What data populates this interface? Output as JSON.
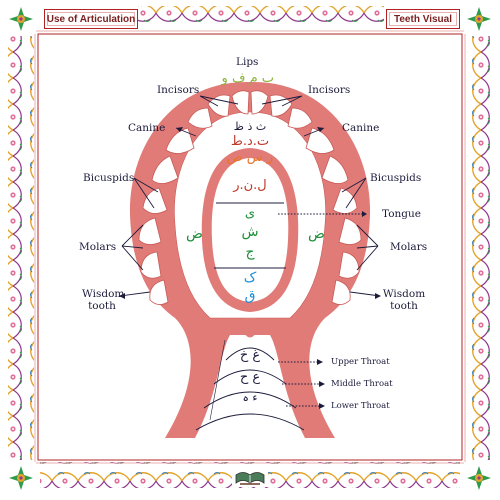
{
  "header": {
    "left_title": "Use of Articulation",
    "right_title": "Teeth Visual"
  },
  "labels": {
    "lips": "Lips",
    "incisors_left": "Incisors",
    "incisors_right": "Incisors",
    "canine_left": "Canine",
    "canine_right": "Canine",
    "bicuspids_left": "Bicuspids",
    "bicuspids_right": "Bicuspids",
    "tongue": "Tongue",
    "molars_left": "Molars",
    "molars_right": "Molars",
    "wisdom_left_line1": "Wisdom",
    "wisdom_left_line2": "tooth",
    "wisdom_right_line1": "Wisdom",
    "wisdom_right_line2": "tooth",
    "upper_throat": "Upper Throat",
    "middle_throat": "Middle Throat",
    "lower_throat": "Lower Throat"
  },
  "letters": {
    "lips": "ب م ف و",
    "incisors_1": "ث ذ ظ",
    "incisors_2": "ت.د.ط",
    "gum": "ز س ص",
    "tongue_tip": "ل.ن.ر",
    "tongue_mid_1": "ی",
    "tongue_mid_2": "ش",
    "tongue_mid_3": "ج",
    "tongue_back_1": "ک",
    "tongue_back_2": "ق",
    "side_left": "ض",
    "side_right": "ض",
    "throat_upper": "غ خ",
    "throat_middle": "ع ح",
    "throat_lower": "ء ہ"
  },
  "colors": {
    "gum": "#e07b78",
    "gum_dark": "#c95a57",
    "tooth": "#ffffff",
    "label_text": "#1c1c3c",
    "lips_letters": "#8bb33a",
    "orange_letters": "#e8732a",
    "red_letters": "#c0392b",
    "green_letters": "#1e8f3a",
    "blue_letters": "#1c8fd6",
    "border_gold": "#e3a32c",
    "border_purple": "#8e3a8e",
    "border_pink": "#e0709a"
  },
  "icons": {
    "footer": "open-book-icon",
    "corners": "floral-corner-icon"
  }
}
